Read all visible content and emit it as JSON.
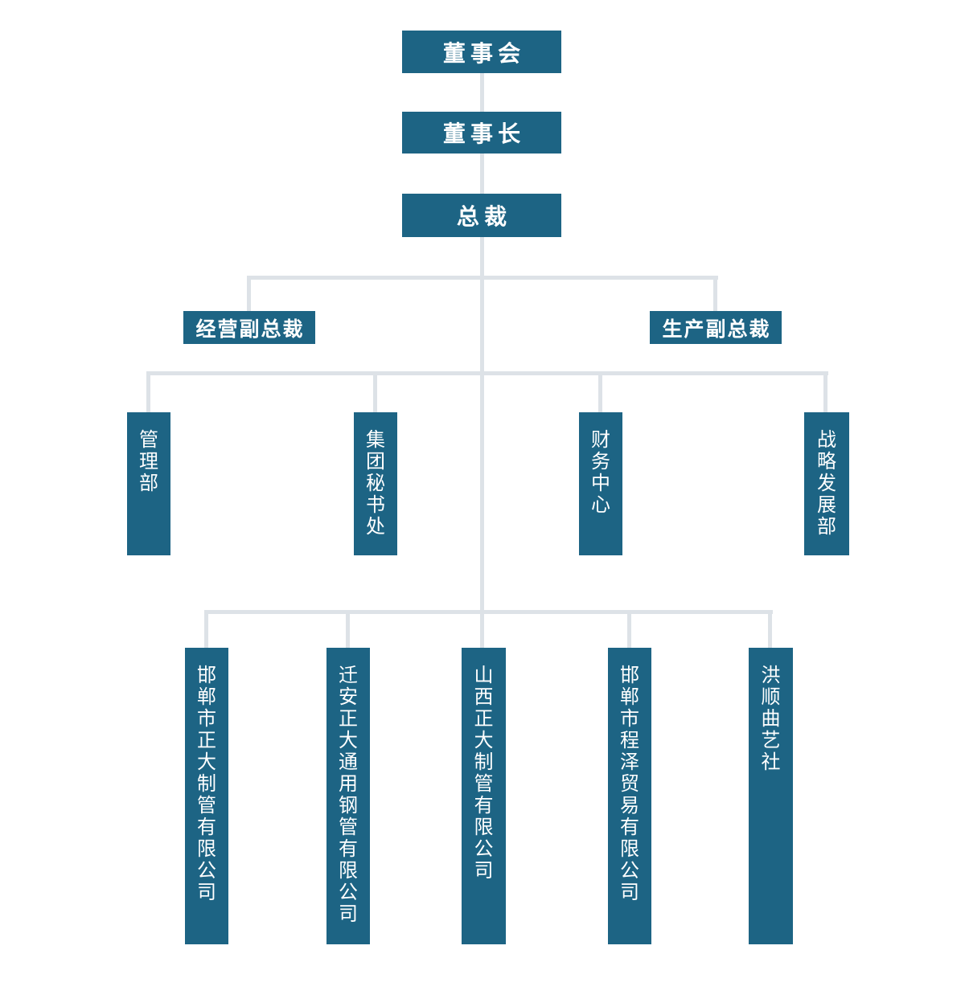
{
  "colors": {
    "background": "#ffffff",
    "box": "#1d6484",
    "text": "#ffffff",
    "connector": "#dde2e7"
  },
  "org": {
    "board": "董事会",
    "chairman": "董事长",
    "president": "总裁",
    "vp_operations": "经营副总裁",
    "vp_production": "生产副总裁",
    "departments": [
      {
        "label": "管理部"
      },
      {
        "label": "集团秘书处"
      },
      {
        "label": "财务中心"
      },
      {
        "label": "战略发展部"
      }
    ],
    "subsidiaries": [
      {
        "label": "邯郸市正大制管有限公司"
      },
      {
        "label": "迁安正大通用钢管有限公司"
      },
      {
        "label": "山西正大制管有限公司"
      },
      {
        "label": "邯郸市程泽贸易有限公司"
      },
      {
        "label": "洪顺曲艺社"
      }
    ]
  }
}
